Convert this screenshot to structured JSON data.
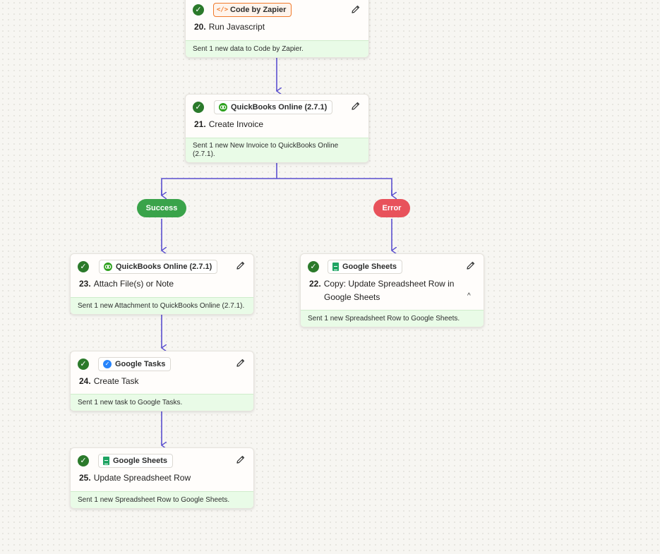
{
  "colors": {
    "connector": "#5a4fcf",
    "success": "#3aa34a",
    "error": "#e8525b",
    "footer_bg": "#e9fbe7",
    "check": "#2b7a2b",
    "code_accent": "#f07a2b"
  },
  "steps": {
    "s20": {
      "number": "20.",
      "title": "Run Javascript",
      "app": "Code by Zapier",
      "app_icon": "code-icon",
      "status": "Sent 1 new data to Code by Zapier."
    },
    "s21": {
      "number": "21.",
      "title": "Create Invoice",
      "app": "QuickBooks Online (2.7.1)",
      "app_icon": "quickbooks-icon",
      "status": "Sent 1 new New Invoice to QuickBooks Online (2.7.1)."
    },
    "s23": {
      "number": "23.",
      "title": "Attach File(s) or Note",
      "app": "QuickBooks Online (2.7.1)",
      "app_icon": "quickbooks-icon",
      "status": "Sent 1 new Attachment to QuickBooks Online (2.7.1)."
    },
    "s22": {
      "number": "22.",
      "title_line1": "Copy: Update Spreadsheet Row in",
      "title_line2": "Google Sheets",
      "app": "Google Sheets",
      "app_icon": "google-sheets-icon",
      "status": "Sent 1 new Spreadsheet Row to Google Sheets."
    },
    "s24": {
      "number": "24.",
      "title": "Create Task",
      "app": "Google Tasks",
      "app_icon": "google-tasks-icon",
      "status": "Sent 1 new task to Google Tasks."
    },
    "s25": {
      "number": "25.",
      "title": "Update Spreadsheet Row",
      "app": "Google Sheets",
      "app_icon": "google-sheets-icon",
      "status": "Sent 1 new Spreadsheet Row to Google Sheets."
    }
  },
  "branches": {
    "success_label": "Success",
    "error_label": "Error"
  }
}
